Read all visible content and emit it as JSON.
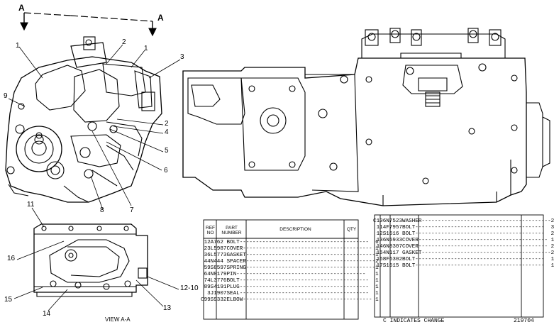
{
  "section_marks": {
    "left": "A",
    "right": "A"
  },
  "callouts_top": [
    "1",
    "2",
    "1",
    "3",
    "9",
    "4",
    "2",
    "5",
    "6",
    "7",
    "8"
  ],
  "callouts_view": [
    "11",
    "16",
    "15",
    "14",
    "12-10",
    "13"
  ],
  "view_caption": "VIEW A-A",
  "table_left": {
    "headers": {
      "ref_line1": "REF",
      "ref_line2": "NO",
      "part_line1": "PART",
      "part_line2": "NUMBER",
      "description": "DESCRIPTION",
      "qty": "QTY"
    },
    "rows": [
      {
        "c": "",
        "ref": "1",
        "part": "2A762",
        "desc": "BOLT",
        "qty": "6"
      },
      {
        "c": "",
        "ref": "2",
        "part": "3L5987",
        "desc": "COVER",
        "qty": "1"
      },
      {
        "c": "",
        "ref": "3",
        "part": "6L5773",
        "desc": "GASKET",
        "qty": "1"
      },
      {
        "c": "",
        "ref": "4",
        "part": "4N444",
        "desc": "SPACER",
        "qty": "2"
      },
      {
        "c": "",
        "ref": "5",
        "part": "9S8597",
        "desc": "SPRING",
        "qty": "1"
      },
      {
        "c": "",
        "ref": "6",
        "part": "4N8179",
        "desc": "PIN",
        "qty": "1"
      },
      {
        "c": "",
        "ref": "7",
        "part": "4L3776",
        "desc": "BOLT",
        "qty": "1"
      },
      {
        "c": "",
        "ref": "8",
        "part": "9S4191",
        "desc": "PLUG",
        "qty": "1"
      },
      {
        "c": "",
        "ref": "",
        "part": "3J1907",
        "desc": "SEAL",
        "qty": "1"
      },
      {
        "c": "C",
        "ref": "9",
        "part": "9S9332",
        "desc": "ELBOW",
        "qty": "1"
      }
    ]
  },
  "table_right": {
    "rows": [
      {
        "c": "C",
        "ref": "10",
        "part": "6N7523",
        "desc": "WASHER",
        "qty": "2"
      },
      {
        "c": "",
        "ref": "11",
        "part": "4F7957",
        "desc": "BOLT",
        "qty": "3"
      },
      {
        "c": "",
        "ref": "12",
        "part": "S1616",
        "desc": "BOLT",
        "qty": "2"
      },
      {
        "c": "",
        "ref": "13",
        "part": "6N5933",
        "desc": "COVER",
        "qty": "1"
      },
      {
        "c": "",
        "ref": "14",
        "part": "6N8307",
        "desc": "COVER",
        "qty": "2"
      },
      {
        "c": "",
        "ref": "15",
        "part": "4N117",
        "desc": "GASKET",
        "qty": "2"
      },
      {
        "c": "",
        "ref": "16",
        "part": "8F6302",
        "desc": "BOLT",
        "qty": "1"
      },
      {
        "c": "",
        "ref": "17",
        "part": "S1615",
        "desc": "BOLT",
        "qty": "1"
      }
    ],
    "footer_note": "C INDICATES CHANGE",
    "drawing_number": "219704"
  }
}
